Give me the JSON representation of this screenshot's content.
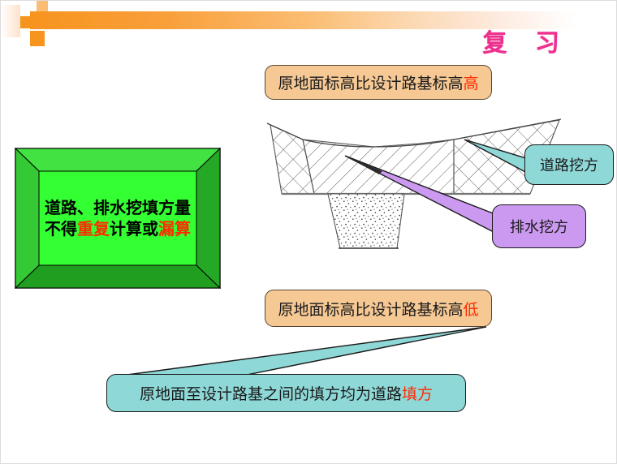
{
  "slide": {
    "title": "复 习",
    "title_color": "#ed2f8d",
    "accent_color": "#f7941e",
    "background": "#ffffff"
  },
  "header": {
    "decoration_squares": [
      {
        "name": "square-tall-orange",
        "color": "#f7941e"
      },
      {
        "name": "square-small-orange",
        "color": "#f7941e"
      },
      {
        "name": "square-pale-orange",
        "color": "#fbbd73"
      },
      {
        "name": "square-light-orange",
        "color": "#fcd9b3"
      }
    ],
    "bar_name": "header-gradient-bar"
  },
  "green_callout": {
    "fill": "#33ff33",
    "frame_fill": "#2bbd2b",
    "line1_plain": "道路、排水挖填方量",
    "line2": {
      "a": "不得",
      "b_highlight": "重复",
      "c": "计算或",
      "d_highlight": "漏算"
    },
    "highlight_color": "#ff2a00"
  },
  "orange_boxes": [
    {
      "name": "orange-box-higher",
      "fill": "#f5c894",
      "text_plain": "原地面标高比设计路基标高",
      "text_highlight": "高",
      "highlight_color": "#e8341c"
    },
    {
      "name": "orange-box-lower",
      "fill": "#f5c894",
      "text_plain": "原地面标高比设计路基标高",
      "text_highlight": "低",
      "highlight_color": "#e8341c"
    }
  ],
  "callouts": {
    "road_cut": {
      "label": "道路挖方",
      "fill": "#8fd8d8"
    },
    "drainage_cut": {
      "label": "排水挖方",
      "fill": "#cc99f0"
    },
    "road_fill": {
      "text_plain": "原地面至设计路基之间的填方均为道路",
      "text_highlight": "填方",
      "highlight_color": "#e8341c",
      "fill": "#8fd8d8"
    }
  },
  "diagram": {
    "name": "road-cross-section",
    "regions": [
      {
        "name": "crosshatch-left-cut",
        "pattern": "lattice"
      },
      {
        "name": "diagonal-hatch-roadbed",
        "pattern": "diagonal"
      },
      {
        "name": "crosshatch-right-cut",
        "pattern": "lattice"
      },
      {
        "name": "stipple-drainage-trench",
        "pattern": "stipple"
      }
    ],
    "ground_line_name": "original-ground-surface-line",
    "subgrade_line_name": "design-subgrade-line"
  }
}
